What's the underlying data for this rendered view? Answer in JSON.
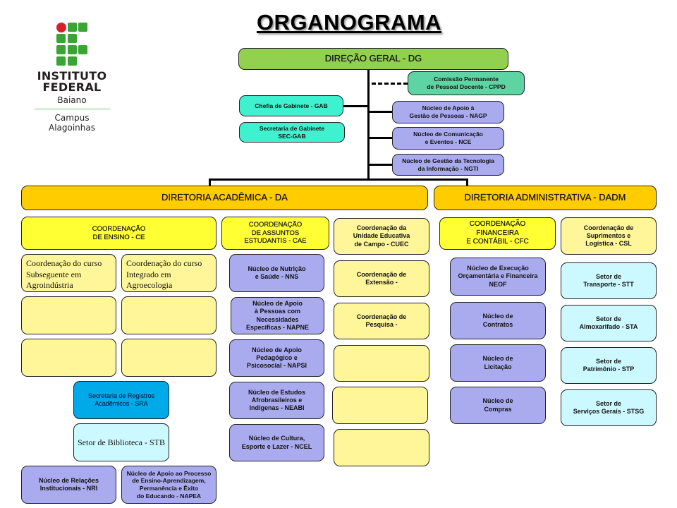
{
  "title": "ORGANOGRAMA",
  "logo": {
    "line1": "INSTITUTO",
    "line2": "FEDERAL",
    "line3": "Baiano",
    "line4": "Campus",
    "line5": "Alagoinhas",
    "colors": {
      "green": "#3aa535",
      "red": "#d7202a"
    }
  },
  "direcao_geral": {
    "label": "DIREÇÃO  GERAL - DG",
    "commission": "Comissão Permanente\nde Pessoal Docente - CPPD",
    "left_units": [
      "Chefia de Gabinete - GAB",
      "Secretaria de Gabinete\nSEC-GAB"
    ],
    "right_units": [
      "Núcleo de Apoio à\nGestão de Pessoas - NAGP",
      "Núcleo de Comunicação\ne Eventos - NCE",
      "Núcleo de Gestão da Tecnologia\nda Informação - NGTI"
    ]
  },
  "diretoria_academica": {
    "label": "DIRETORIA  ACADÊMICA  - DA",
    "ensino": {
      "label": "COORDENAÇÃO\nDE ENSINO  - CE",
      "cursos": [
        "Coordenação do curso\nSubseguente em\nAgroindústria",
        "Coordenação do curso\nIntegrado em Agroecologia",
        "",
        "",
        "",
        ""
      ],
      "sra": "Secretaria de Registros\nAcadêmicos  - SRA",
      "stb": "Setor de Biblioteca - STB",
      "nri": "Núcleo de Relações\nInstitucionais - NRI",
      "napea": "Núcleo de Apoio ao Processo\nde Ensino-Aprendizagem,\nPermanência e Êxito\ndo Educando - NAPEA"
    },
    "cae": {
      "label": "COORDENAÇÃO\nDE  ASSUNTOS\nESTUDANTIS  - CAE",
      "units": [
        "Núcleo de Nutrição\ne Saúde - NNS",
        "Núcleo de Apoio\nà Pessoas com\nNecessidades\nEspecíficas - NAPNE",
        "Núcleo de Apoio\nPedagógico e\nPsicosocial - NAPSI",
        "Núcleo de Estudos\nAfrobrasileiros e\nIndígenas - NEABI",
        "Núcleo de Cultura,\nEsporte e Lazer - NCEL"
      ]
    },
    "cuec": {
      "label": "Coordenação da\nUnidade Educativa\nde Campo - CUEC",
      "units": [
        "Coordenação de\nExtensão -",
        "Coordenação de\nPesquisa  -",
        "",
        "",
        ""
      ]
    }
  },
  "diretoria_administrativa": {
    "label": "DIRETORIA  ADMINISTRATIVA  - DADM",
    "cfc": {
      "label": "COORDENAÇÃO\nFINANCEIRA\nE CONTÁBIL - CFC",
      "units": [
        "Núcleo de Execução\nOrçamentária e Financeira\nNEOF",
        "Núcleo de\nContratos",
        "Núcleo de\nLicitação",
        "Núcleo de\nCompras"
      ]
    },
    "csl": {
      "label": "Coordenação de\nSuprimentos e\nLogística - CSL",
      "units": [
        "Setor de\nTransporte - STT",
        "Setor de\nAlmoxarifado - STA",
        "Setor de\nPatrimônio - STP",
        "Setor de\nServiços Gerais - STSG"
      ]
    }
  },
  "colors": {
    "direcao": "#92d050",
    "commission": "#5ed3a3",
    "gabinete": "#3ff2cf",
    "nucleo": "#aaaaee",
    "diretoria": "#ffcc00",
    "coordenacao": "#ffff33",
    "sub_coordenacao": "#fff599",
    "sra": "#00a9e8",
    "setor": "#ccf9ff"
  }
}
